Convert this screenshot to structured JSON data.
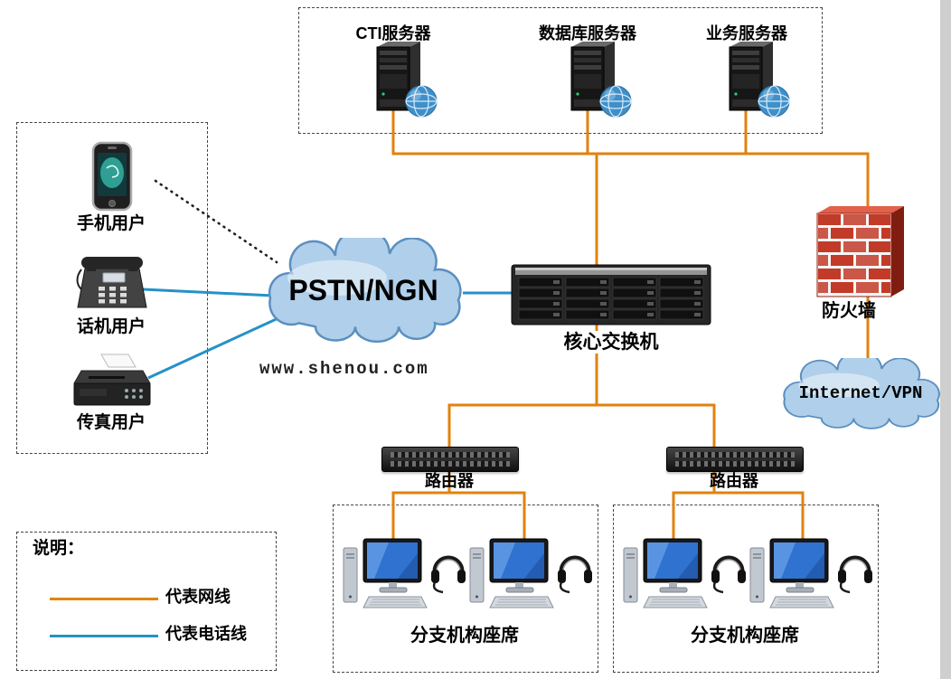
{
  "colors": {
    "network_line": "#E2820D",
    "phone_line": "#2591C9",
    "cloud_fill": "#AFCFEA",
    "cloud_stroke": "#5B8FC0",
    "firewall_brick": "#C23B28"
  },
  "server_group": {
    "servers": [
      {
        "label": "CTI服务器"
      },
      {
        "label": "数据库服务器"
      },
      {
        "label": "业务服务器"
      }
    ]
  },
  "user_group": {
    "users": [
      {
        "label": "手机用户"
      },
      {
        "label": "话机用户"
      },
      {
        "label": "传真用户"
      }
    ]
  },
  "pstn_cloud": {
    "label": "PSTN/NGN"
  },
  "internet_cloud": {
    "label": "Internet/VPN"
  },
  "core_switch": {
    "label": "核心交换机"
  },
  "firewall": {
    "label": "防火墙"
  },
  "watermark": "www.shenou.com",
  "routers": [
    {
      "label": "路由器"
    },
    {
      "label": "路由器"
    }
  ],
  "branches": [
    {
      "label": "分支机构座席"
    },
    {
      "label": "分支机构座席"
    }
  ],
  "legend": {
    "title": "说明：",
    "items": [
      {
        "label": "代表网线",
        "color": "#E2820D"
      },
      {
        "label": "代表电话线",
        "color": "#2591C9"
      }
    ]
  }
}
